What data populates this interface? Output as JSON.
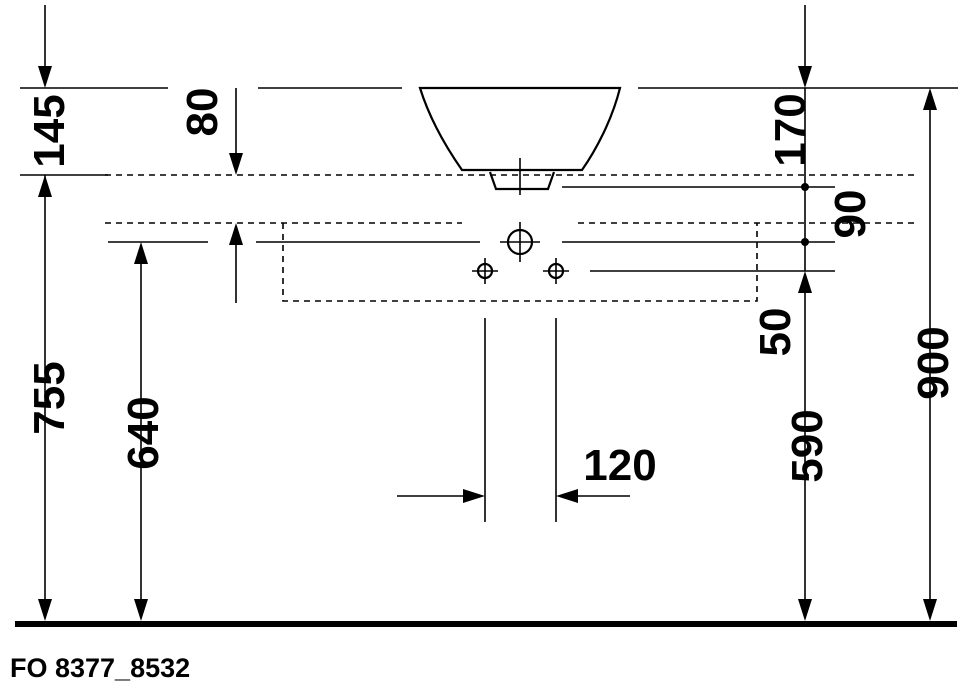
{
  "drawing": {
    "code": "FO 8377_8532",
    "dimensions": {
      "basin_top_left": "145",
      "overflow_drop": "80",
      "basin_top_right": "170",
      "trap_offset": "90",
      "supply_offset": "50",
      "counter_height": "755",
      "waste_height": "640",
      "supply_height": "590",
      "total_height": "900",
      "supply_spacing": "120"
    }
  }
}
